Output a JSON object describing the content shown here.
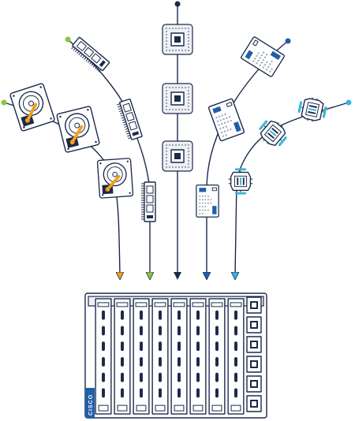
{
  "brand": {
    "label": "CISCO"
  },
  "colors": {
    "outline": "#1b2a4a",
    "orange": "#f0a020",
    "green": "#8cc63f",
    "navy": "#1b2a4a",
    "blue": "#1f5fa8",
    "cyan": "#3cb4d8",
    "grey_dots": "#9aa3b5"
  },
  "components": [
    {
      "name": "hard-drive",
      "count": 3,
      "icon": "hard-drive-icon",
      "flow_color": "orange"
    },
    {
      "name": "memory-dimm",
      "count": 3,
      "icon": "memory-module-icon",
      "flow_color": "green"
    },
    {
      "name": "processor-chip",
      "count": 3,
      "icon": "cpu-chip-icon",
      "flow_color": "navy"
    },
    {
      "name": "io-card",
      "count": 3,
      "icon": "circuit-board-icon",
      "flow_color": "blue"
    },
    {
      "name": "interconnect-module",
      "count": 3,
      "icon": "connector-module-icon",
      "flow_color": "cyan"
    }
  ],
  "chassis": {
    "blade_slots": 8,
    "side_bays": 6,
    "icon": "server-chassis-icon"
  }
}
